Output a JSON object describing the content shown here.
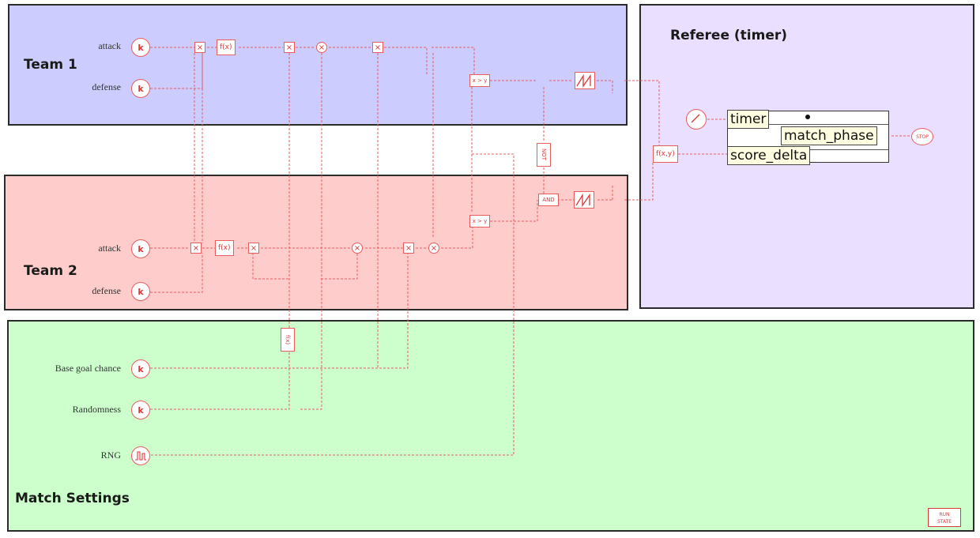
{
  "panels": {
    "team1": {
      "title": "Team 1",
      "color": "#ccccff"
    },
    "team2": {
      "title": "Team 2",
      "color": "#ffcccc"
    },
    "referee": {
      "title": "Referee (timer)",
      "color": "#ebdfff"
    },
    "settings": {
      "title": "Match Settings",
      "color": "#ccffcc"
    }
  },
  "team1": {
    "attack_label": "attack",
    "defense_label": "defense"
  },
  "team2": {
    "attack_label": "attack",
    "defense_label": "defense"
  },
  "settings": {
    "base_goal_label": "Base goal chance",
    "randomness_label": "Randomness",
    "rng_label": "RNG"
  },
  "symbols": {
    "constant": "k",
    "multiply": "×",
    "function": "f(x)",
    "function_xy": "f(x,y)",
    "compare": "x > y",
    "not": "NOT",
    "and": "AND"
  },
  "gauge": {
    "timer_label": "timer",
    "phase_label": "match_phase",
    "score_label": "score_delta"
  },
  "buttons": {
    "stop": "STOP",
    "run_state_1": "RUN",
    "run_state_2": "STATE"
  },
  "icons": [
    "constant-icon",
    "multiply-icon",
    "add-icon",
    "function-icon",
    "compare-icon",
    "ramp-icon",
    "clock-icon",
    "rng-icon",
    "stop-icon"
  ],
  "accent_color": "#e85c5c"
}
